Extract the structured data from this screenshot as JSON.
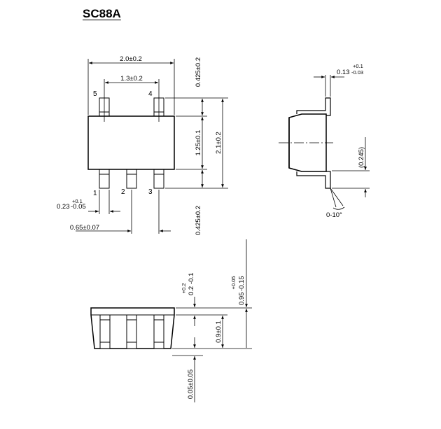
{
  "title": "SC88A",
  "pins": {
    "p1": "1",
    "p2": "2",
    "p3": "3",
    "p4": "4",
    "p5": "5"
  },
  "top_view": {
    "overall_width": "2.0±0.2",
    "lead_pitch_span": "1.3±0.2",
    "lead_width_nominal": "0.23",
    "lead_width_tol_upper": "+0.1",
    "lead_width_tol_lower": "-0.05",
    "lead_pitch": "0.65±0.07",
    "lead_length_top": "0.425±0.2",
    "body_width": "1.25±0.1",
    "overall_length": "2.1±0.2",
    "lead_length_bottom": "0.425±0.2"
  },
  "side_view": {
    "lead_thickness_nominal": "0.13",
    "lead_thickness_tol_upper": "+0.1",
    "lead_thickness_tol_lower": "-0.03",
    "lead_height_ref": "(0.245)",
    "lead_angle": "0-10°"
  },
  "front_view": {
    "standoff_nominal": "0.2",
    "standoff_tol_upper": "+0.2",
    "standoff_tol_lower": "-0.1",
    "total_height_nominal": "0.95",
    "total_height_tol_upper": "+0.05",
    "total_height_tol_lower": "-0.15",
    "body_height": "0.9±0.1",
    "base_standoff": "0.05±0.05"
  }
}
